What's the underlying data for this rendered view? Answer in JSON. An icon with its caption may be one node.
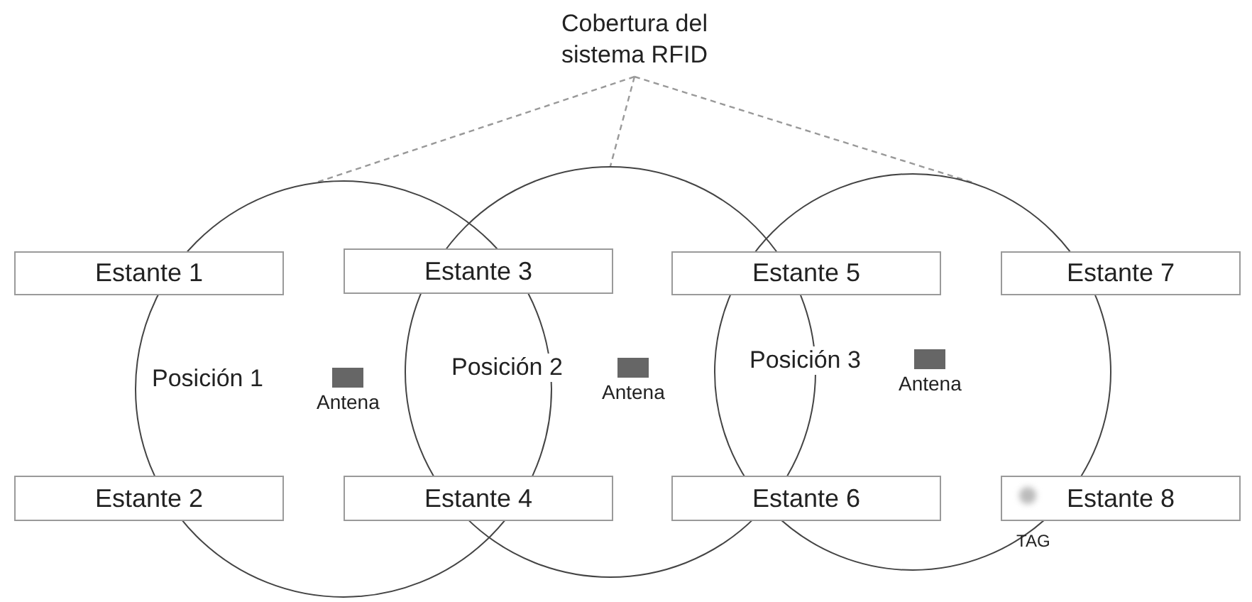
{
  "diagram": {
    "nodes": [
      {
        "text": [
          "Cobertura del sistema RFID"
        ]
      },
      {
        "text": [],
        "shape": "circle"
      },
      {
        "text": [],
        "shape": "circle"
      },
      {
        "text": [],
        "shape": "circle"
      },
      {
        "text": [
          "Estante 1"
        ]
      },
      {
        "text": [
          "Estante 3"
        ]
      },
      {
        "text": [
          "Estante 5"
        ]
      },
      {
        "text": [
          "Estante 7"
        ]
      },
      {
        "text": [],
        "shape": "box",
        "beside": [
          "Antena"
        ],
        "in": 1
      },
      {
        "text": [],
        "shape": "box",
        "beside": [
          "Antena"
        ],
        "in": 2
      },
      {
        "text": [],
        "shape": "box",
        "beside": [
          "Antena"
        ],
        "in": 3
      },
      {
        "text": [
          "Estante 2"
        ]
      },
      {
        "text": [
          "Estante 4"
        ]
      },
      {
        "text": [
          "Estante 6"
        ]
      },
      {
        "text": [
          "Estante 8"
        ]
      },
      {
        "text": [],
        "shape": "circle"
      }
    ],
    "edges": [
      {
        "from": 0,
        "to": 1,
        "arrow": "none",
        "style": "dashed"
      },
      {
        "from": 0,
        "to": 2,
        "arrow": "none",
        "style": "dashed"
      },
      {
        "from": 0,
        "to": 3,
        "arrow": "none",
        "style": "dashed"
      }
    ],
    "labels": [
      "Posición 1",
      "Posición 2",
      "Posición 3",
      "TAG"
    ]
  }
}
